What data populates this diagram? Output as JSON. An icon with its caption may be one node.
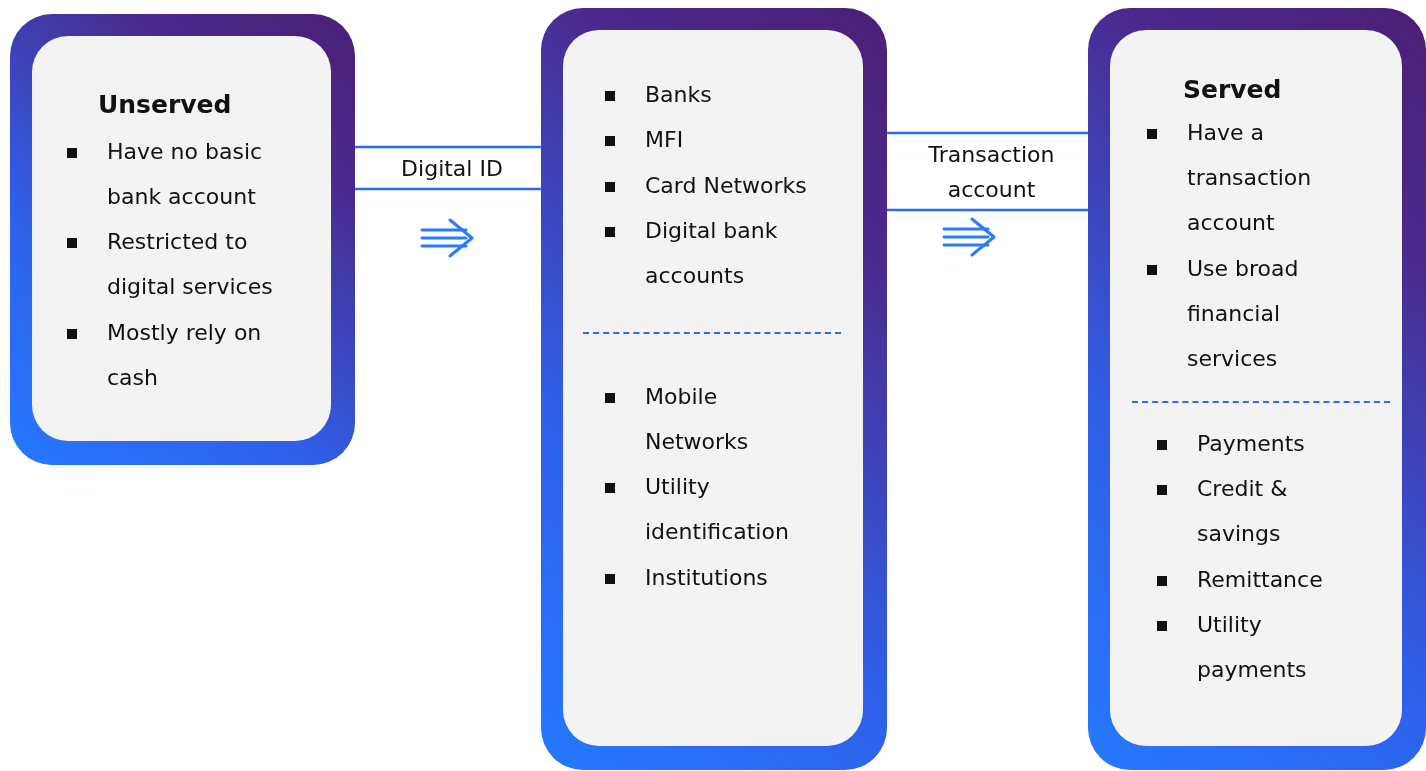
{
  "diagram": {
    "nodes": [
      {
        "text": [
          "Unserved",
          "Have no basic bank account",
          "Restricted to digital services",
          "Mostly rely on cash"
        ]
      },
      {
        "text": [
          "Banks",
          "MFI",
          "Card Networks",
          "Digital bank accounts",
          "Mobile Networks",
          "Utility identification",
          "Institutions"
        ]
      },
      {
        "text": [
          "Served",
          "Have a transaction account",
          "Use broad financial services",
          "Payments",
          "Credit & savings",
          "Remittance",
          "Utility payments"
        ]
      }
    ],
    "edges": [
      {
        "from": 0,
        "to": 1,
        "arrow": "none",
        "label": "Digital ID"
      },
      {
        "from": 1,
        "to": 2,
        "arrow": "none",
        "label": "Transaction account"
      }
    ]
  }
}
